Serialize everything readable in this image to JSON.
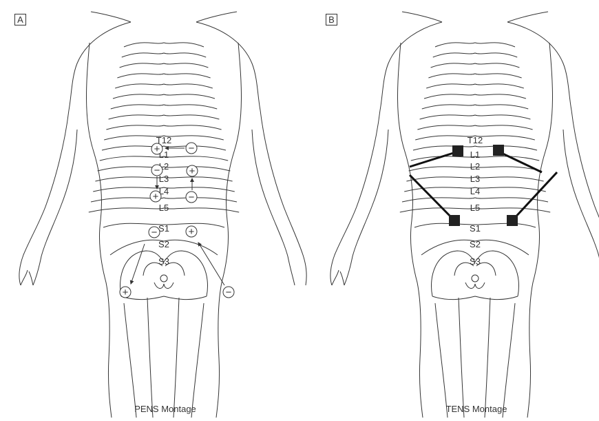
{
  "panels": [
    {
      "tag": "A",
      "caption": "PENS Montage",
      "levels": [
        "T12",
        "L1",
        "L2",
        "L3",
        "L4",
        "L5",
        "S1",
        "S2",
        "S3"
      ],
      "electrodes": [
        {
          "sign": "+"
        },
        {
          "sign": "−"
        },
        {
          "sign": "−"
        },
        {
          "sign": "+"
        },
        {
          "sign": "+"
        },
        {
          "sign": "−"
        },
        {
          "sign": "−"
        },
        {
          "sign": "+"
        },
        {
          "sign": "+"
        },
        {
          "sign": "−"
        }
      ]
    },
    {
      "tag": "B",
      "caption": "TENS Montage",
      "levels": [
        "T12",
        "L1",
        "L2",
        "L3",
        "L4",
        "L5",
        "S1",
        "S2",
        "S3"
      ],
      "pad_count": 4
    }
  ]
}
